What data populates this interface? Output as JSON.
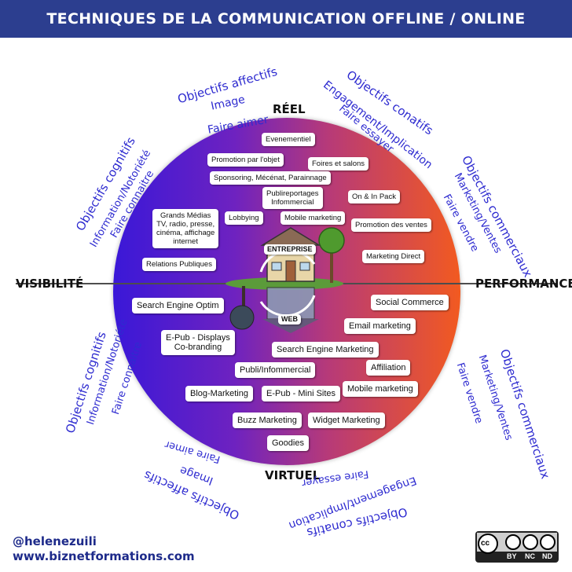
{
  "title": "TECHNIQUES DE LA COMMUNICATION OFFLINE / ONLINE",
  "axes": {
    "top": "RÉEL",
    "bottom": "VIRTUEL",
    "left": "VISIBILITÉ",
    "right": "PERFORMANCE"
  },
  "center": {
    "top_label": "ENTREPRISE",
    "bottom_label": "WEB"
  },
  "real_items": [
    "Evenementiel",
    "Promotion par l'objet",
    "Foires et salons",
    "Sponsoring, Mécénat, Parainnage",
    "Publireportages\nInfommercial",
    "On & In Pack",
    "Grands Médias\nTV, radio, presse,\ncinéma, affichage\ninternet",
    "Lobbying",
    "Mobile marketing",
    "Promotion des ventes",
    "Relations Publiques",
    "Marketing Direct"
  ],
  "virtual_items": [
    "Search Engine Optim",
    "Social Commerce",
    "Email marketing",
    "E-Pub - Displays\nCo-branding",
    "Search Engine Marketing",
    "Affiliation",
    "Publi/Infommercial",
    "Mobile marketing",
    "Blog-Marketing",
    "E-Pub - Mini Sites",
    "Buzz Marketing",
    "Widget Marketing",
    "Goodies"
  ],
  "objectives": {
    "affectifs": [
      "Objectifs affectifs",
      "Image",
      "Faire aimer"
    ],
    "conatifs": [
      "Objectifs conatifs",
      "Engagement/Implication",
      "Faire essayer"
    ],
    "cognitifs": [
      "Objectifs cognitifs",
      "Information/Notoriété",
      "Faire connaitre"
    ],
    "commerciaux": [
      "Objectifs commerciaux",
      "Marketing/Ventes",
      "Faire vendre"
    ]
  },
  "footer": {
    "handle": "@helenezuili",
    "site": "www.biznetformations.com"
  },
  "license": [
    "cc",
    "BY",
    "NC",
    "ND"
  ]
}
